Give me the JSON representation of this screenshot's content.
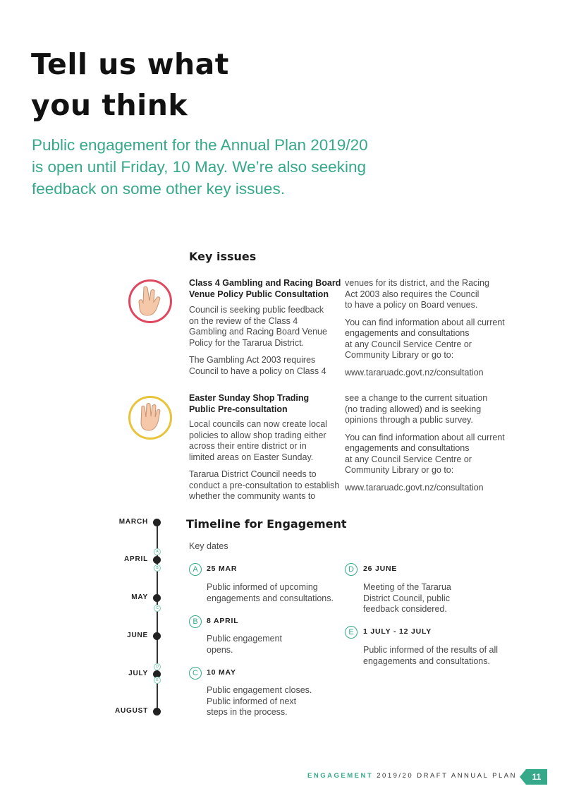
{
  "page": {
    "title_lines": [
      "Tell us what",
      "you think"
    ],
    "intro_lines": [
      "Public engagement for the Annual Plan 2019/20",
      "is open until Friday, 10 May. We’re also seeking",
      "feedback on some other key issues."
    ]
  },
  "key_issues": {
    "heading": "Key issues",
    "issues": [
      {
        "icon": "three-fingers-hand-icon",
        "ring_color": "#e0485f",
        "title_lines": [
          "Class 4 Gambling and Racing Board",
          "Venue Policy Public Consultation"
        ],
        "col1": [
          [
            "Council is seeking public feedback",
            "on the review of the Class 4",
            "Gambling and Racing Board Venue",
            "Policy for the Tararua District."
          ],
          [
            "The Gambling Act 2003 requires",
            "Council to have a policy on Class 4"
          ]
        ],
        "col2": [
          [
            "venues for its district, and the Racing",
            "Act 2003 also requires the Council",
            "to have a policy on Board venues."
          ],
          [
            "You can find information about all current",
            "engagements and consultations",
            "at any Council Service Centre or",
            "Community Library or go to:"
          ],
          [
            "www.tararuadc.govt.nz/consultation"
          ]
        ]
      },
      {
        "icon": "four-fingers-hand-icon",
        "ring_color": "#e8c43a",
        "title_lines": [
          "Easter Sunday Shop Trading",
          "Public Pre-consultation"
        ],
        "col1": [
          [
            "Local councils can now create local",
            "policies to allow shop trading either",
            "across their entire district or in",
            "limited areas on Easter Sunday."
          ],
          [
            "Tararua District Council needs to",
            "conduct a pre-consultation to establish",
            "whether the community wants to"
          ]
        ],
        "col2": [
          [
            "see a change to the current situation",
            "(no trading allowed) and is seeking",
            "opinions through a public survey."
          ],
          [
            "You can find information about all current",
            "engagements and consultations",
            "at any Council Service Centre or",
            "Community Library or go to:"
          ],
          [
            "www.tararuadc.govt.nz/consultation"
          ]
        ]
      }
    ]
  },
  "timeline": {
    "heading": "Timeline for Engagement",
    "subheading": "Key dates",
    "months": [
      "MARCH",
      "APRIL",
      "MAY",
      "JUNE",
      "JULY",
      "AUGUST"
    ],
    "mini_markers": [
      "A",
      "B",
      "C",
      "D",
      "E"
    ],
    "events": [
      {
        "letter": "A",
        "date": "25 MAR",
        "lines": [
          "Public informed of upcoming",
          "engagements and consultations."
        ]
      },
      {
        "letter": "B",
        "date": "8 APRIL",
        "lines": [
          "Public engagement",
          "opens."
        ]
      },
      {
        "letter": "C",
        "date": "10 MAY",
        "lines": [
          "Public engagement closes.",
          "Public informed of next",
          "steps in the process."
        ]
      },
      {
        "letter": "D",
        "date": "26 JUNE",
        "lines": [
          "Meeting of the Tararua",
          "District Council, public",
          "feedback considered."
        ]
      },
      {
        "letter": "E",
        "date": "1 JULY - 12 JULY",
        "lines": [
          "Public informed of the results of all",
          "engagements and consultations."
        ]
      }
    ]
  },
  "footer": {
    "section": "ENGAGEMENT",
    "doc": " 2019/20 DRAFT ANNUAL PLAN",
    "page_number": "11",
    "accent_color": "#36a98a"
  }
}
